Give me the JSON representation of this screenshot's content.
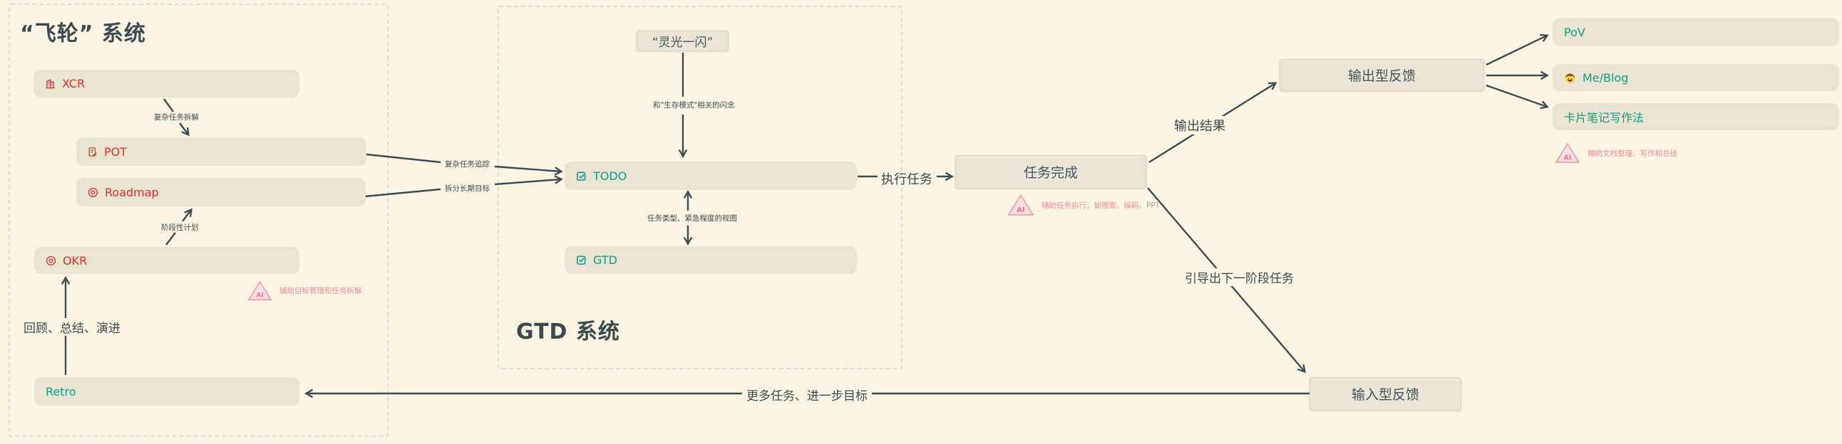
{
  "colors": {
    "background": "#fdf5e3",
    "node_fill": "#e9e3d1",
    "node_center_fill": "#eae5d7",
    "accent_red": "#e0312e",
    "accent_teal": "#169c8c",
    "ai_pink": "#ef8b9c",
    "ink": "#37474f",
    "arrow": "#3e4c54"
  },
  "panels": {
    "flywheel": {
      "title": "“飞轮” 系统"
    },
    "gtd": {
      "title": "GTD 系统"
    }
  },
  "nodes": {
    "xcr": {
      "label": "XCR",
      "icon": "building-icon"
    },
    "pot": {
      "label": "POT",
      "icon": "clipboard-check-icon"
    },
    "roadmap": {
      "label": "Roadmap",
      "icon": "target-icon"
    },
    "okr": {
      "label": "OKR",
      "icon": "target-icon"
    },
    "retro": {
      "label": "Retro"
    },
    "spark": {
      "label": "“灵光一闪”"
    },
    "todo": {
      "label": "TODO",
      "icon": "checkbox-icon"
    },
    "gtd": {
      "label": "GTD",
      "icon": "checkbox-icon"
    },
    "task_done": {
      "label": "任务完成"
    },
    "output_feedback": {
      "label": "输出型反馈"
    },
    "input_feedback": {
      "label": "输入型反馈"
    },
    "pov": {
      "label": "PoV"
    },
    "me_blog": {
      "label": "Me/Blog",
      "icon": "smiley-face-emoji"
    },
    "card_notes": {
      "label": "卡片笔记写作法"
    }
  },
  "edges": {
    "complex_split": "复杂任务拆解",
    "phase_plan": "阶段性计划",
    "review_summary": "回顾、总结、演进",
    "complex_track": "复杂任务追踪",
    "split_longterm": "拆分长期目标",
    "survival_flash": "和\"生存模式\"相关的闪念",
    "task_view": "任务类型、紧急程度的视图",
    "execute_task": "执行任务",
    "output_result": "输出结果",
    "next_stage": "引导出下一阶段任务",
    "more_tasks": "更多任务、进一步目标"
  },
  "ai": {
    "badge_label": "AI",
    "goal_note": "辅助目标管理和任务拆解",
    "exec_note": "辅助任务执行，如搜索、编码、PPT",
    "doc_note": "辅助文档整理、写作和总结"
  }
}
